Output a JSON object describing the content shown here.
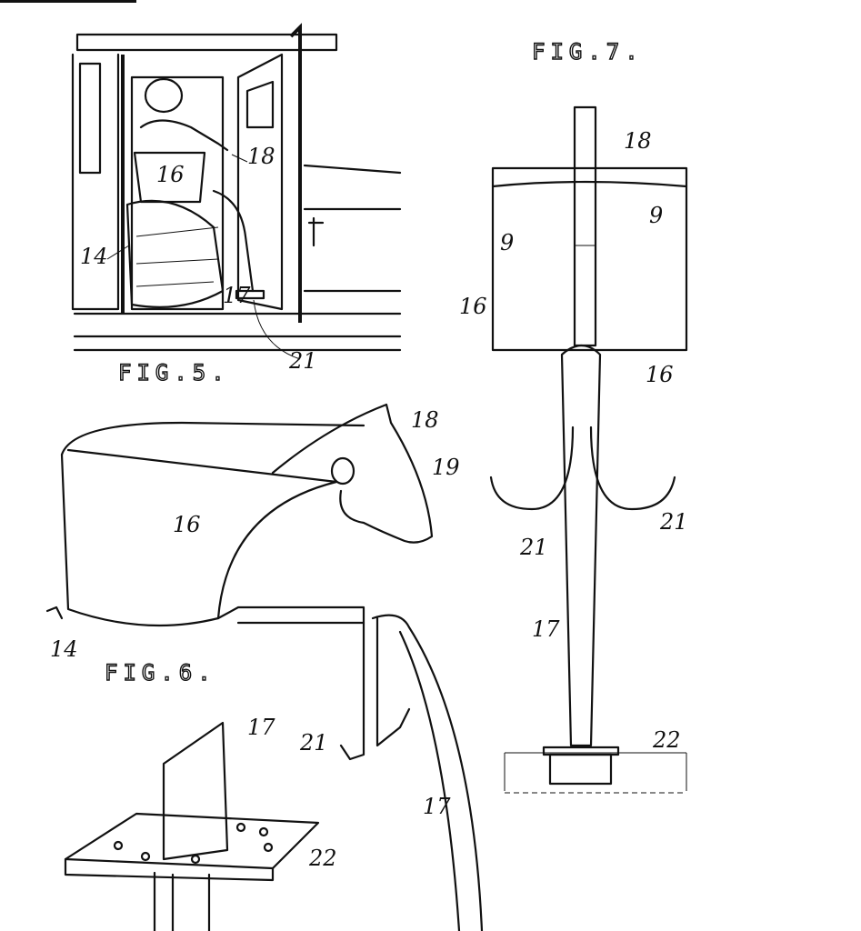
{
  "figures": {
    "fig5": {
      "title": "FIG.5.",
      "labels": [
        "16",
        "18",
        "14",
        "17",
        "21"
      ]
    },
    "fig6": {
      "title": "FIG.6.",
      "labels": [
        "18",
        "19",
        "16",
        "14",
        "21",
        "17",
        "17",
        "22"
      ]
    },
    "fig7": {
      "title": "FIG.7.",
      "labels": [
        "18",
        "9",
        "9",
        "16",
        "16",
        "21",
        "21",
        "17",
        "22"
      ]
    }
  }
}
